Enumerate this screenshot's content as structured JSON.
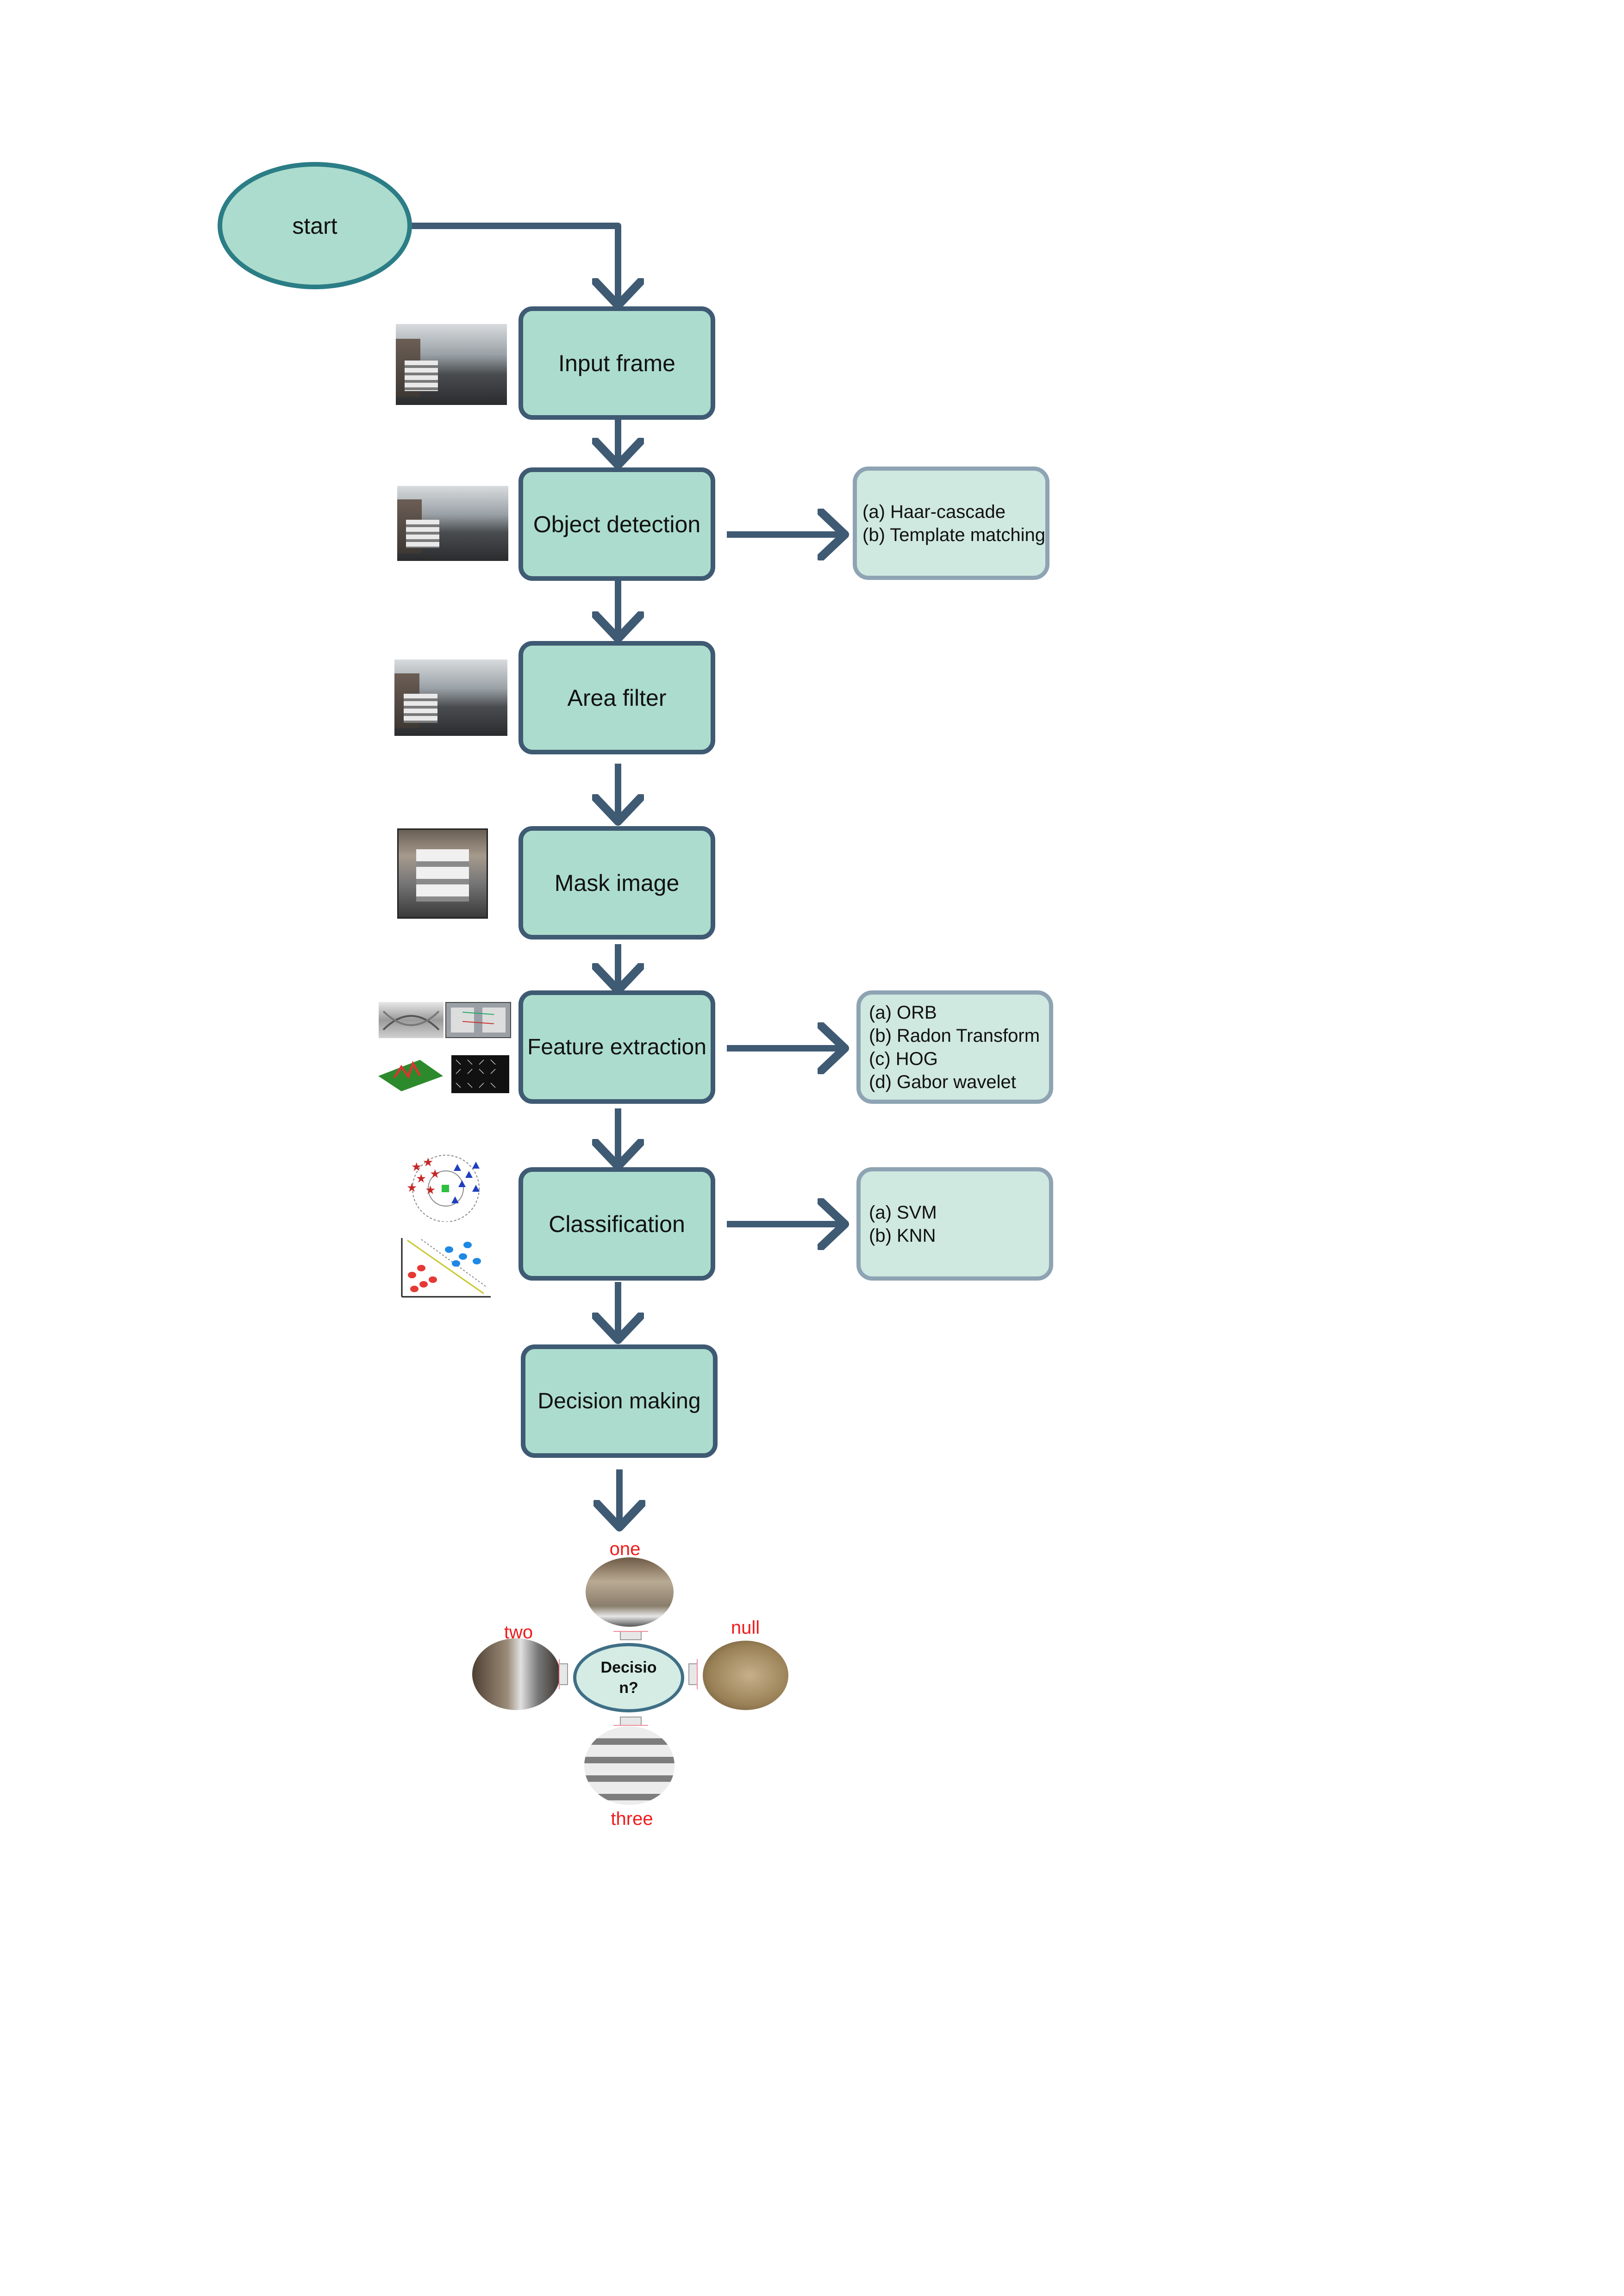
{
  "start": {
    "label": "start"
  },
  "steps": [
    {
      "id": "input_frame",
      "label": "Input frame"
    },
    {
      "id": "object_detection",
      "label": "Object detection"
    },
    {
      "id": "area_filter",
      "label": "Area filter"
    },
    {
      "id": "mask_image",
      "label": "Mask image"
    },
    {
      "id": "feature_extraction",
      "label": "Feature extraction"
    },
    {
      "id": "classification",
      "label": "Classification"
    },
    {
      "id": "decision_making",
      "label": "Decision making"
    }
  ],
  "methods": {
    "object_detection": [
      "(a) Haar-cascade",
      "(b) Template matching"
    ],
    "feature_extraction": [
      "(a) ORB",
      "(b) Radon Transform",
      "(c) HOG",
      "(d) Gabor wavelet"
    ],
    "classification": [
      "(a) SVM",
      "(b) KNN"
    ]
  },
  "decision": {
    "center": "Decisio\nn?",
    "outcomes": {
      "top": "one",
      "left": "two",
      "right": "null",
      "bottom": "three"
    }
  },
  "colors": {
    "node_fill": "#acdccd",
    "node_border": "#3f5a73",
    "side_fill": "#cfe8e0",
    "side_border": "#8ea3b3",
    "arrow": "#3f5a73",
    "start_border": "#2b7d86",
    "outcome_label": "#ee1c1c"
  }
}
